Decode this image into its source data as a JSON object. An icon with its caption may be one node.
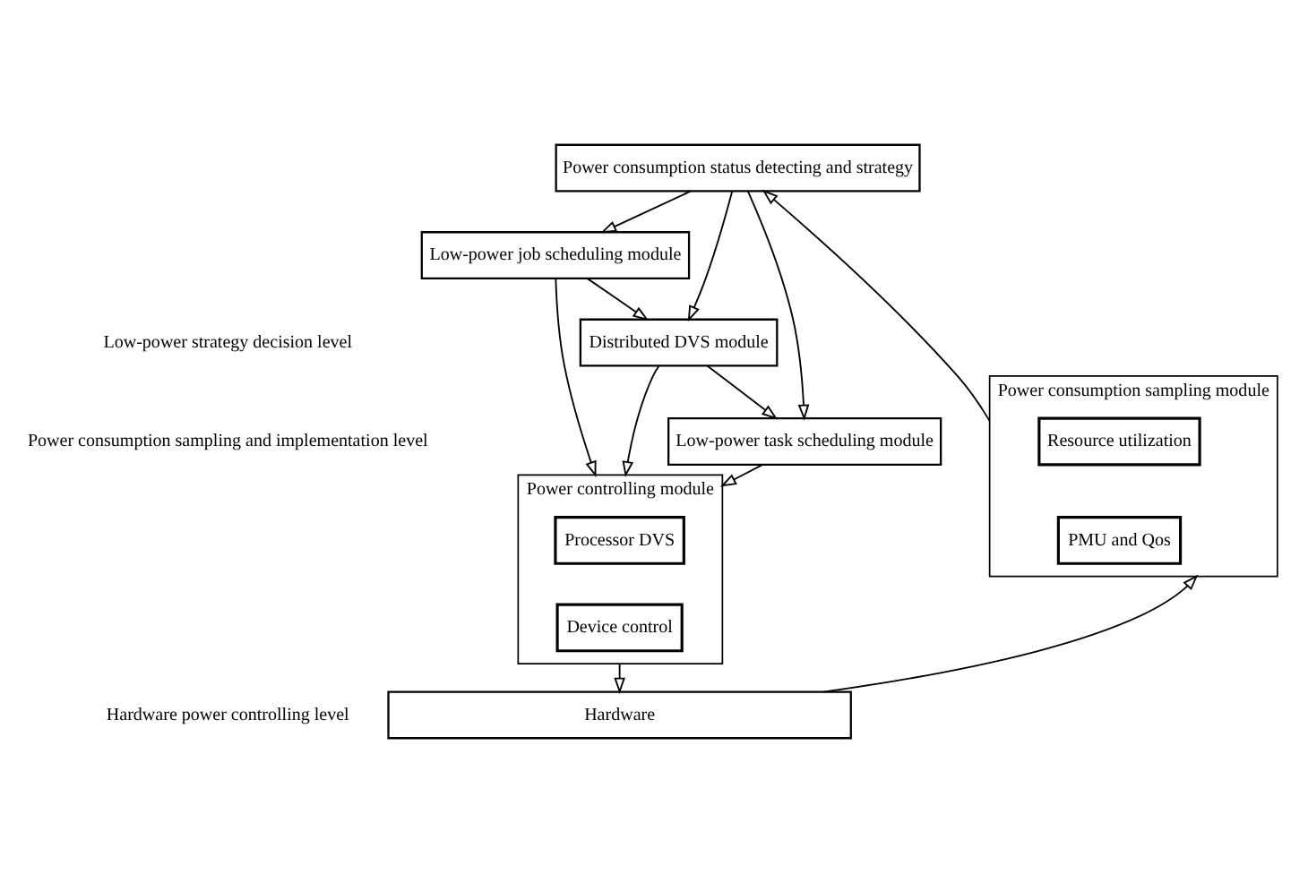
{
  "diagram": {
    "nodes": [
      {
        "text": [
          "Power consumption status detecting and strategy"
        ]
      },
      {
        "text": [
          "Low-power job scheduling module"
        ]
      },
      {
        "text": [
          "Distributed DVS module"
        ]
      },
      {
        "text": [
          "Low-power task scheduling module"
        ]
      },
      {
        "text": [
          "Power consumption sampling module"
        ]
      },
      {
        "text": [
          "Resource utilization"
        ],
        "in": 4
      },
      {
        "text": [
          "PMU and Qos"
        ],
        "in": 4
      },
      {
        "text": [
          "Power controlling module"
        ]
      },
      {
        "text": [
          "Processor DVS"
        ],
        "in": 7
      },
      {
        "text": [
          "Device control"
        ],
        "in": 7
      },
      {
        "text": [
          "Hardware"
        ]
      }
    ],
    "edges": [
      {
        "from": 0,
        "to": 1,
        "arrow": "to"
      },
      {
        "from": 0,
        "to": 2,
        "arrow": "to"
      },
      {
        "from": 0,
        "to": 3,
        "arrow": "to"
      },
      {
        "from": 1,
        "to": 2,
        "arrow": "to"
      },
      {
        "from": 2,
        "to": 3,
        "arrow": "to"
      },
      {
        "from": 3,
        "to": 7,
        "arrow": "to"
      },
      {
        "from": 2,
        "to": 7,
        "arrow": "to"
      },
      {
        "from": 1,
        "to": 7,
        "arrow": "to"
      },
      {
        "from": 4,
        "to": 0,
        "arrow": "to"
      },
      {
        "from": 10,
        "to": 4,
        "arrow": "to"
      },
      {
        "from": 7,
        "to": 10,
        "arrow": "to"
      }
    ],
    "labels": [
      "Low-power strategy decision level",
      "Power consumption sampling and implementation level",
      "Hardware power controlling level"
    ]
  }
}
